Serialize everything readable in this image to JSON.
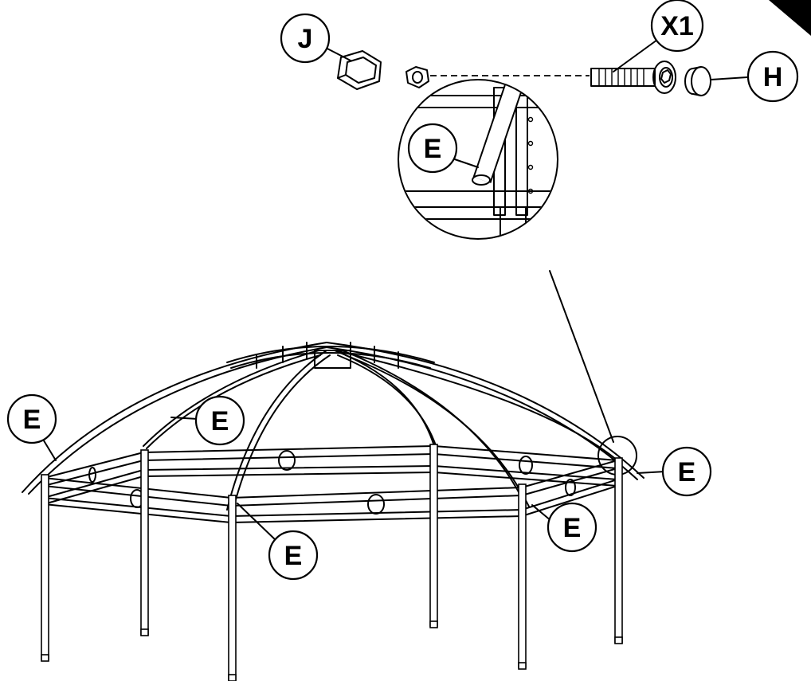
{
  "labels": {
    "j": "J",
    "x1": "X1",
    "h": "H",
    "e_detail": "E",
    "e_left": "E",
    "e_top_inner": "E",
    "e_right": "E",
    "e_bottom_right": "E",
    "e_bottom_center": "E"
  },
  "colors": {
    "line": "#000000",
    "background": "#ffffff",
    "corner_mark": "#000000"
  }
}
